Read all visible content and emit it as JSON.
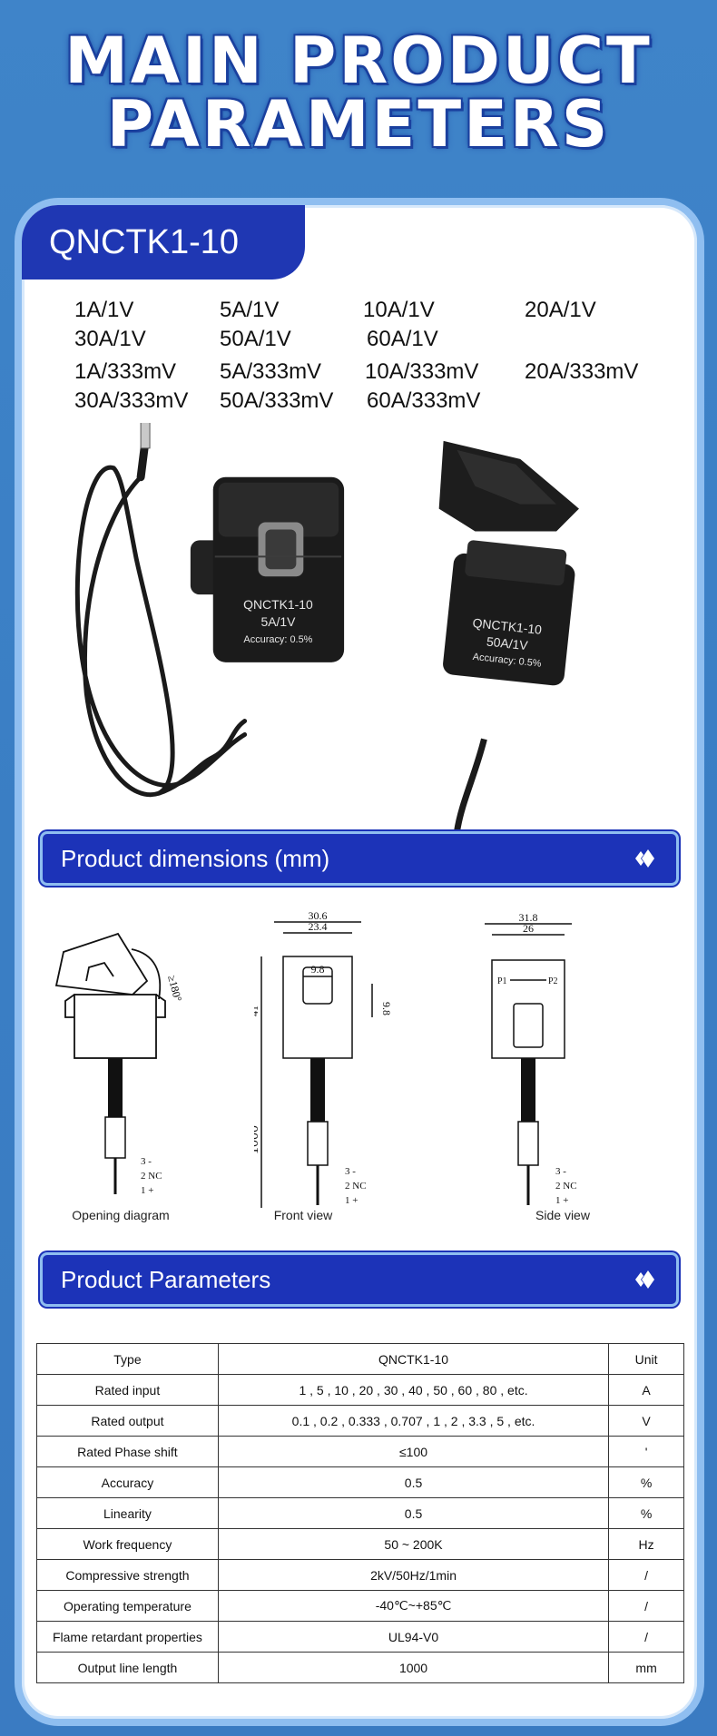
{
  "hero": {
    "line1": "MAIN PRODUCT",
    "line2": "PARAMETERS"
  },
  "model": "QNCTK1-10",
  "ratings": {
    "r1": [
      "1A/1V",
      "5A/1V",
      "10A/1V",
      "20A/1V"
    ],
    "r2": [
      "30A/1V",
      "50A/1V",
      "60A/1V"
    ],
    "r3": [
      "1A/333mV",
      "5A/333mV",
      "10A/333mV",
      "20A/333mV"
    ],
    "r4": [
      "30A/333mV",
      "50A/333mV",
      "60A/333mV"
    ]
  },
  "photo": {
    "left_unit": {
      "model": "QNCTK1-10",
      "rating": "5A/1V",
      "accuracy": "Accuracy: 0.5%"
    },
    "right_unit": {
      "model": "QNCTK1-10",
      "rating": "50A/1V",
      "accuracy": "Accuracy: 0.5%"
    }
  },
  "sections": {
    "dimensions": "Product dimensions (mm)",
    "parameters": "Product Parameters"
  },
  "dimensions": {
    "opening_angle": "≥180°",
    "front": {
      "outer_width": "30.6",
      "inner_width": "23.4",
      "hole_width": "9.8",
      "hole_height": "9.8",
      "height": "41",
      "cable_length": "1000"
    },
    "side": {
      "outer_width": "31.8",
      "inner_width": "26",
      "p1": "P1",
      "p2": "P2"
    },
    "plug_pins": [
      "3  -",
      "2  NC",
      "1  +"
    ],
    "captions": [
      "Opening diagram",
      "Front view",
      "Side view"
    ]
  },
  "table": {
    "rows": [
      [
        "Type",
        "QNCTK1-10",
        "Unit"
      ],
      [
        "Rated input",
        "1 , 5 , 10 , 20 , 30 , 40 , 50 , 60 , 80 , etc.",
        "A"
      ],
      [
        "Rated output",
        "0.1 , 0.2 , 0.333 , 0.707 , 1 , 2 , 3.3 , 5 , etc.",
        "V"
      ],
      [
        "Rated Phase shift",
        "≤100",
        "'"
      ],
      [
        "Accuracy",
        "0.5",
        "%"
      ],
      [
        "Linearity",
        "0.5",
        "%"
      ],
      [
        "Work frequency",
        "50 ~ 200K",
        "Hz"
      ],
      [
        "Compressive strength",
        "2kV/50Hz/1min",
        "/"
      ],
      [
        "Operating temperature",
        "-40℃~+85℃",
        "/"
      ],
      [
        "Flame retardant properties",
        "UL94-V0",
        "/"
      ],
      [
        "Output line length",
        "1000",
        "mm"
      ]
    ]
  }
}
